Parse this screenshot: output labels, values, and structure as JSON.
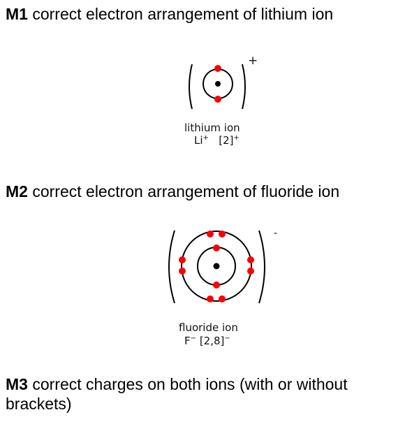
{
  "m1": {
    "code": "M1",
    "text": "correct electron arrangement of lithium ion"
  },
  "lithium": {
    "name": "lithium ion",
    "symbol": "Li",
    "symbol_sup": "+",
    "config": "[2]",
    "config_sup": "+",
    "charge": "+"
  },
  "m2": {
    "code": "M2",
    "text": "correct electron arrangement of fluoride ion"
  },
  "fluoride": {
    "name": "fluoride ion",
    "symbol": "F",
    "symbol_sup": "−",
    "config": "[2,8]",
    "config_sup": "−",
    "charge": "-"
  },
  "m3": {
    "code": "M3",
    "text": "correct charges on both ions (with or without",
    "text2": "brackets)"
  },
  "colors": {
    "electron": "#ff0000",
    "nucleus": "#000000",
    "shell": "#000000"
  }
}
